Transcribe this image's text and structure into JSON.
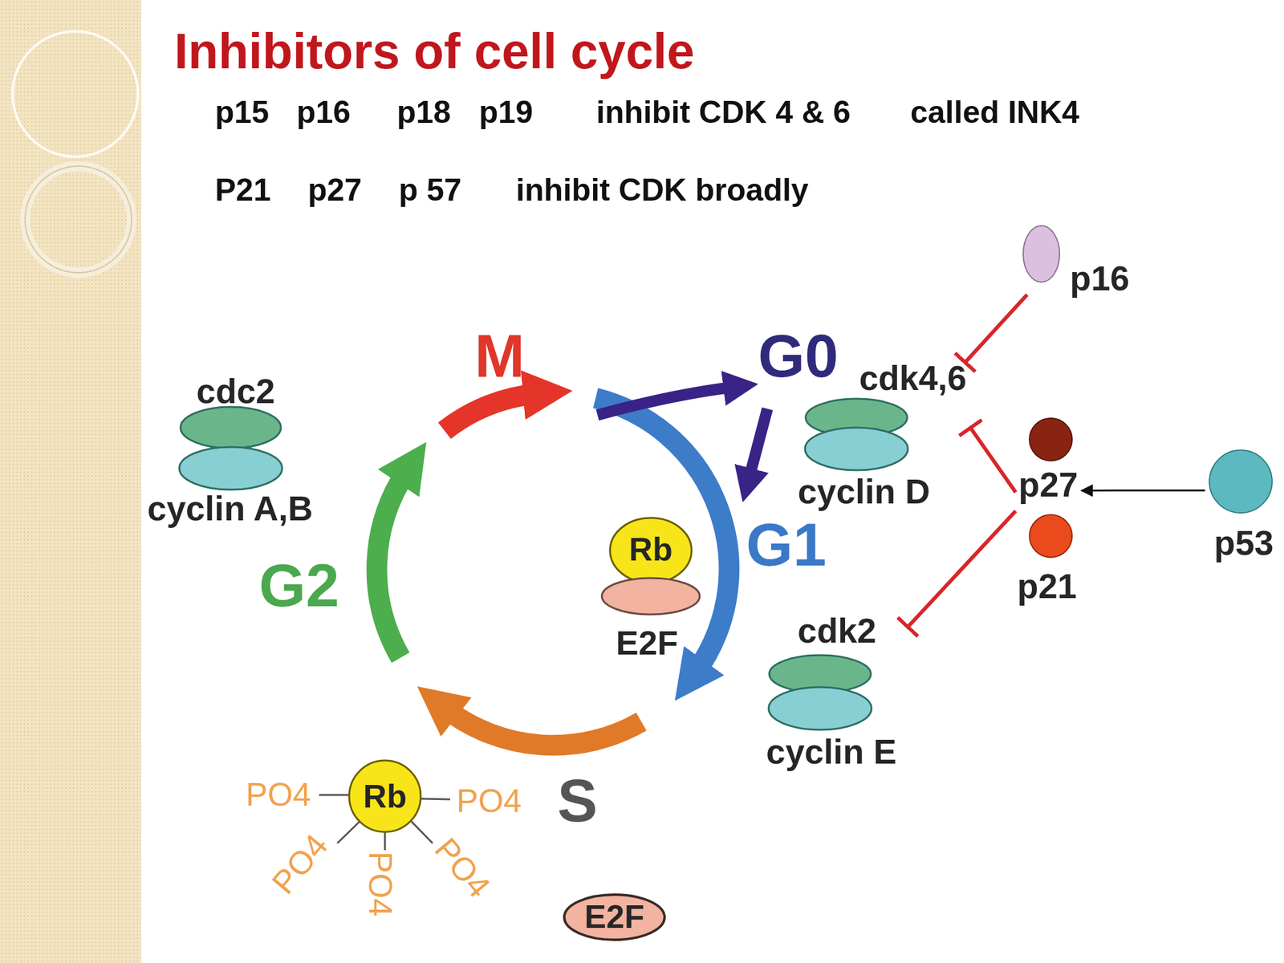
{
  "diagram": {
    "title": "Inhibitors of cell cycle",
    "nodes": [
      {
        "text": [
          "p16"
        ]
      },
      {
        "text": [
          "cdc2",
          "cyclin A,B"
        ]
      },
      {
        "text": [
          "cdk4,6",
          "cyclin D"
        ]
      },
      {
        "text": [
          "p27"
        ]
      },
      {
        "text": [
          "Rb",
          "E2F"
        ]
      },
      {
        "text": [
          "p53"
        ]
      },
      {
        "text": [
          "p21"
        ]
      },
      {
        "text": [
          "cdk2",
          "cyclin E"
        ]
      },
      {
        "text": [
          "Rb"
        ]
      },
      {
        "text": [
          "E2F"
        ]
      }
    ],
    "edges": [
      {
        "from": 0,
        "to": 2,
        "arrow": "to"
      },
      {
        "from": 3,
        "to": 2,
        "arrow": "to"
      },
      {
        "from": 6,
        "to": 7,
        "arrow": "to"
      },
      {
        "from": 5,
        "to": 3,
        "arrow": "to"
      }
    ],
    "labels": [
      "p15",
      "p16",
      "p18",
      "p19",
      "inhibit CDK 4 & 6",
      "called INK4",
      "P21",
      "p27",
      "p 57",
      "inhibit CDK broadly",
      "M",
      "G0",
      "G1",
      "G2",
      "S",
      "PO4",
      "PO4",
      "PO4",
      "PO4",
      "PO4"
    ]
  }
}
